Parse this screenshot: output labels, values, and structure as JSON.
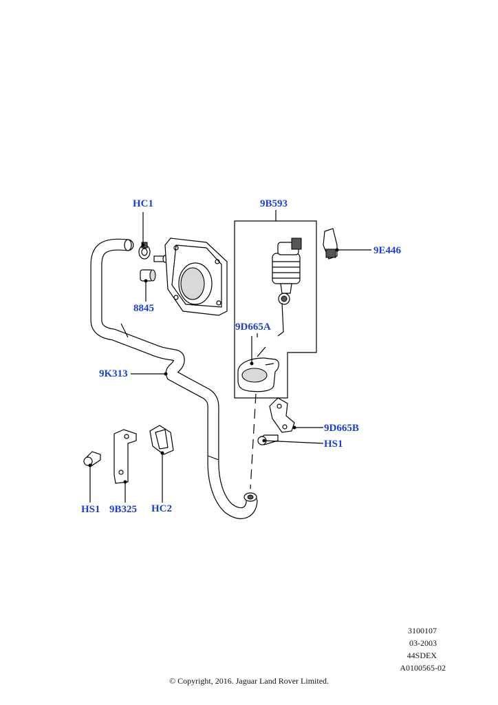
{
  "diagram": {
    "callouts": {
      "hc1": "HC1",
      "p8845": "8845",
      "p9b593": "9B593",
      "p9e446": "9E446",
      "p9d665a": "9D665A",
      "p9k313": "9K313",
      "p9d665b": "9D665B",
      "hs1_right": "HS1",
      "hs1_left": "HS1",
      "p9b325": "9B325",
      "hc2": "HC2"
    },
    "meta": {
      "line1": "3100107",
      "line2": "03-2003",
      "line3": "44SDEX",
      "line4": "A0100565-02"
    },
    "copyright": "© Copyright, 2016. Jaguar Land Rover Limited.",
    "callout_color": "#1a3fd9"
  }
}
